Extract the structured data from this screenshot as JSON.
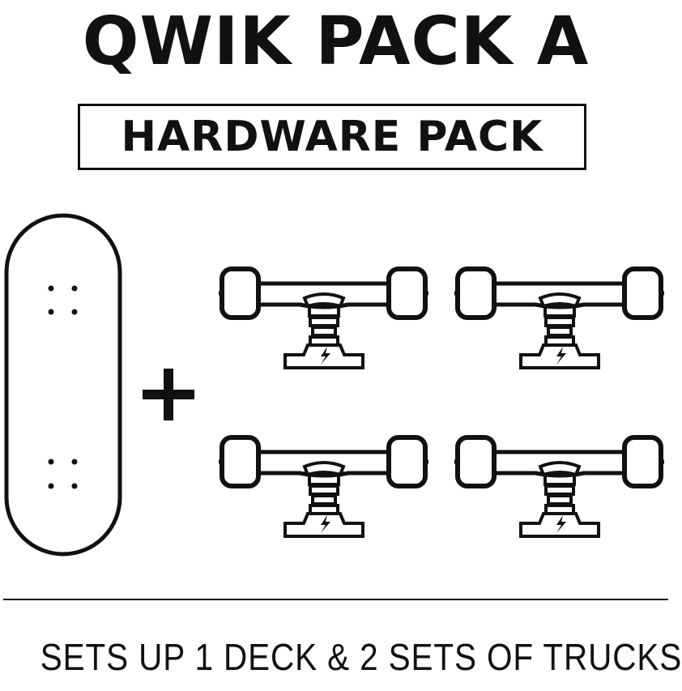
{
  "title": "QWIK PACK A",
  "subtitle": "HARDWARE PACK",
  "footer": "SETS UP 1 DECK & 2 SETS OF TRUCKS",
  "icons": {
    "deck": "skateboard-deck-icon",
    "plus": "plus-icon",
    "truck": "skateboard-truck-icon",
    "bolt": "lightning-bolt-icon"
  },
  "colors": {
    "ink": "#111111",
    "background": "#ffffff"
  }
}
